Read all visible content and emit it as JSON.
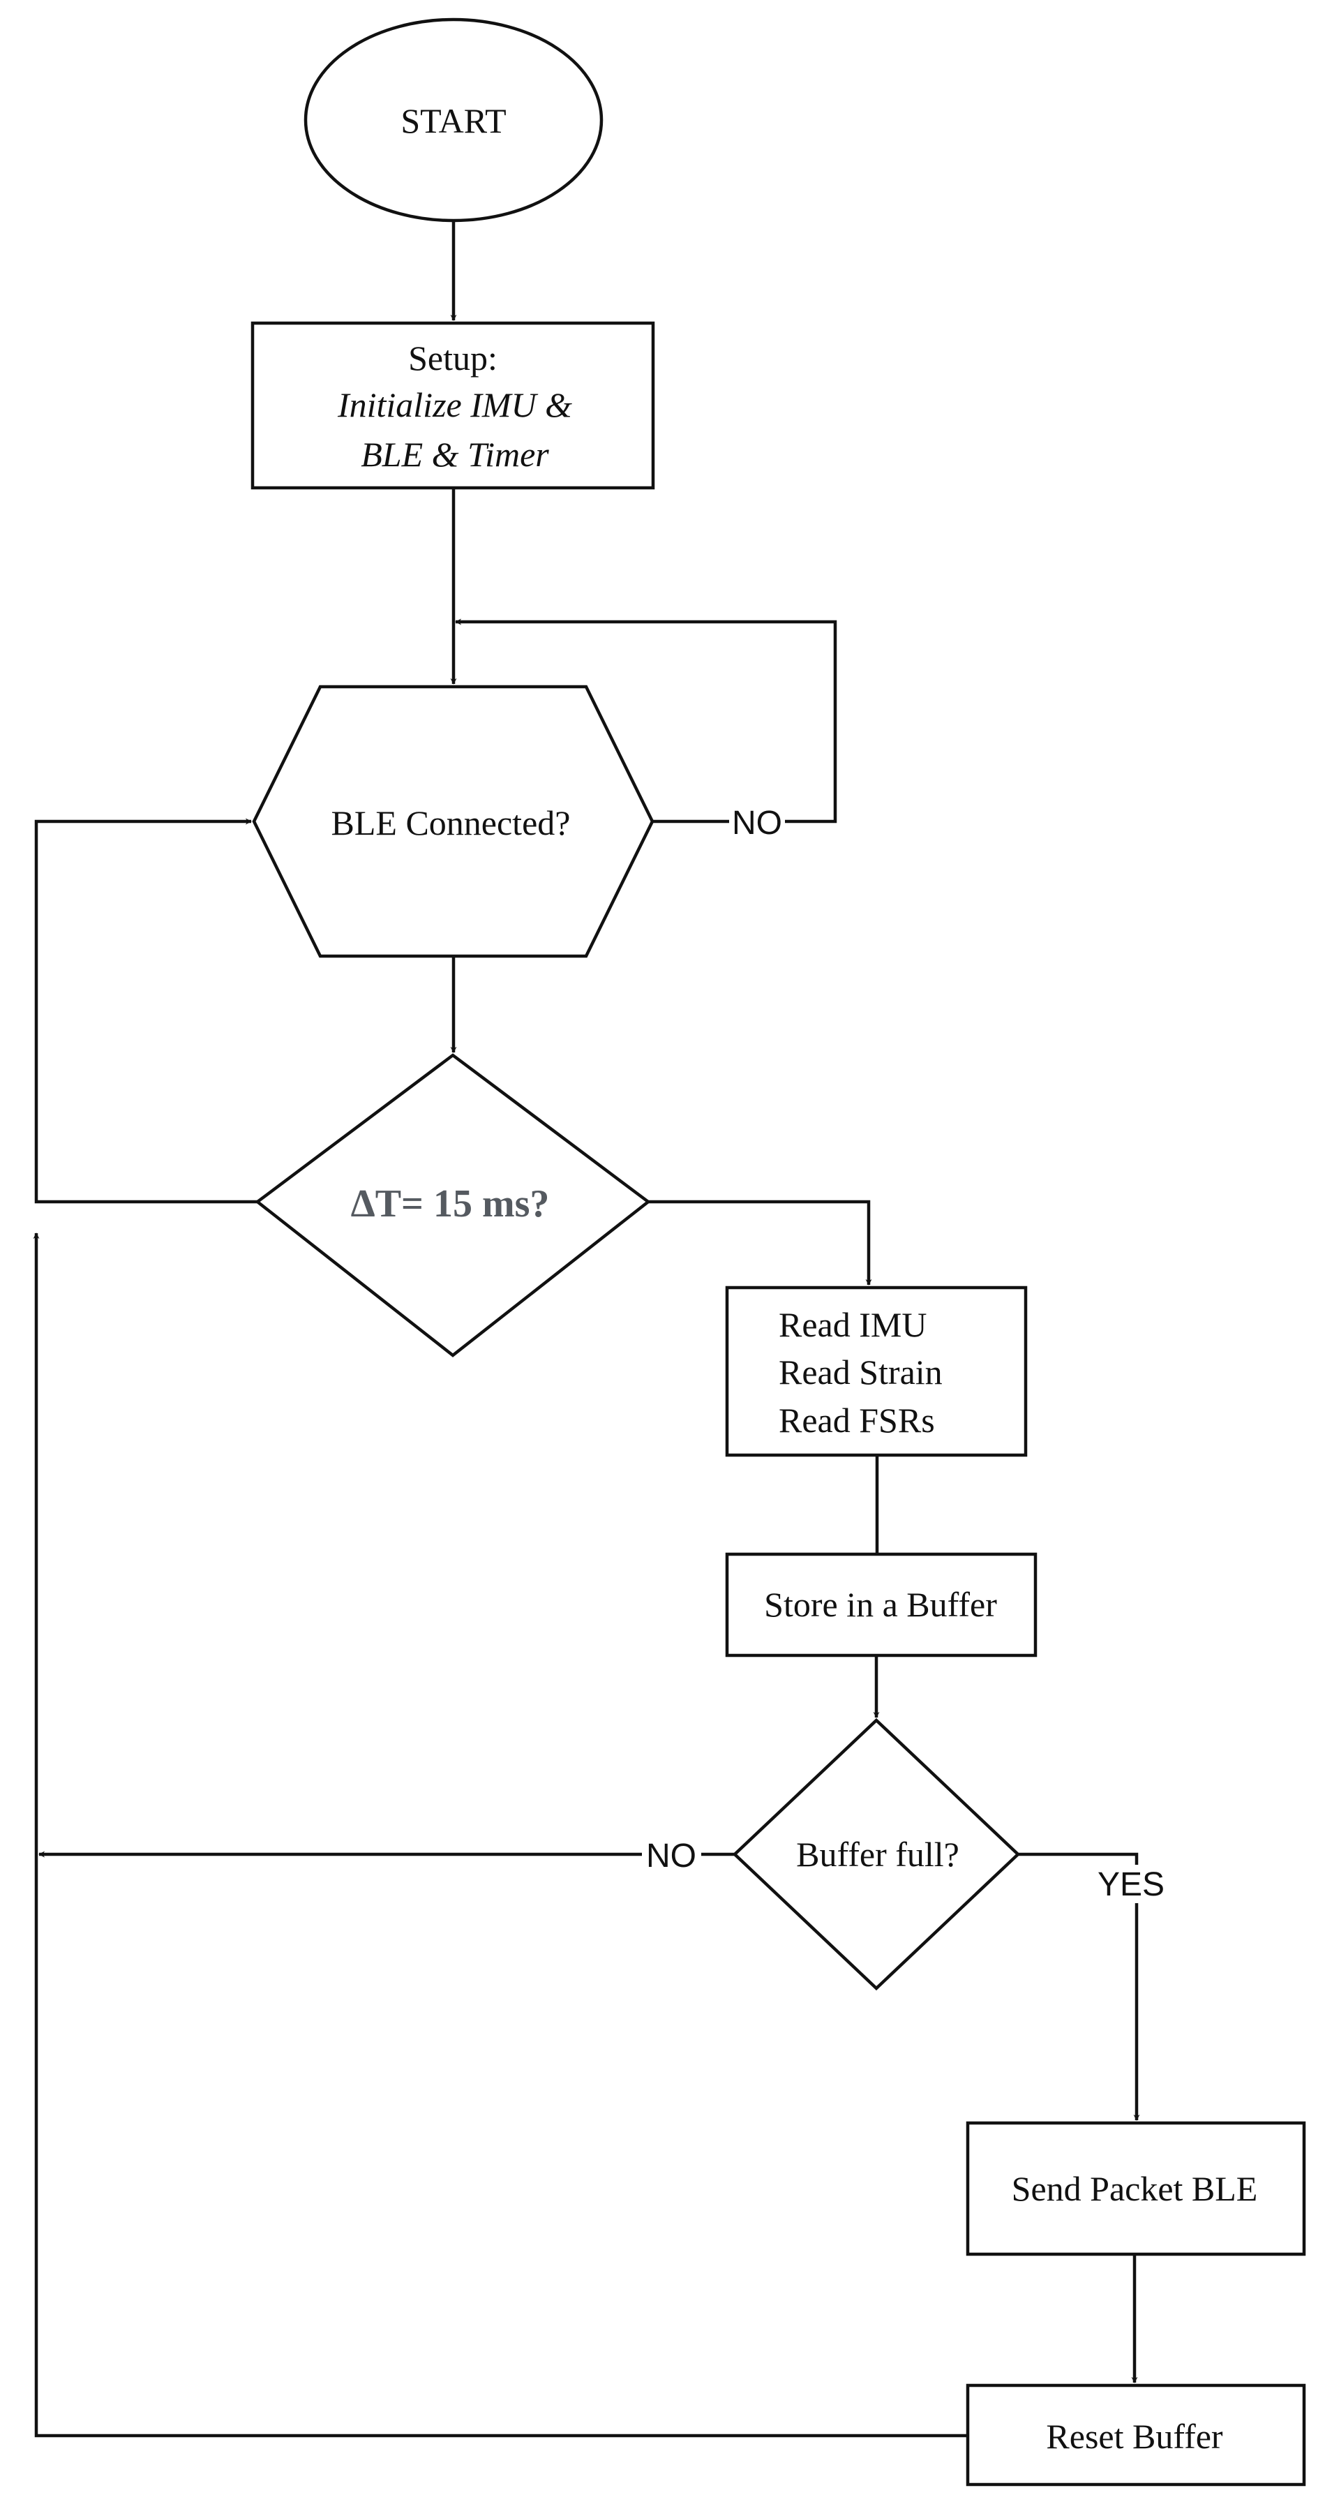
{
  "nodes": {
    "start": {
      "label": "START"
    },
    "setup": {
      "title": "Setup:",
      "line1": "Initialize IMU &",
      "line2": "BLE & Timer"
    },
    "ble_connected": {
      "label": "BLE Connected?"
    },
    "delta_t": {
      "label": "ΔT= 15 ms?"
    },
    "read_sensors": {
      "line1": "Read IMU",
      "line2": "Read Strain",
      "line3": "Read FSRs"
    },
    "store_buffer": {
      "label": "Store in a Buffer"
    },
    "buffer_full": {
      "label": "Buffer full?"
    },
    "send_packet": {
      "label": "Send Packet BLE"
    },
    "reset_buffer": {
      "label": "Reset Buffer"
    }
  },
  "edge_labels": {
    "ble_no": "NO",
    "buffer_no": "NO",
    "buffer_yes": "YES"
  },
  "colors": {
    "stroke": "#111111",
    "delta_text": "#555a60"
  }
}
